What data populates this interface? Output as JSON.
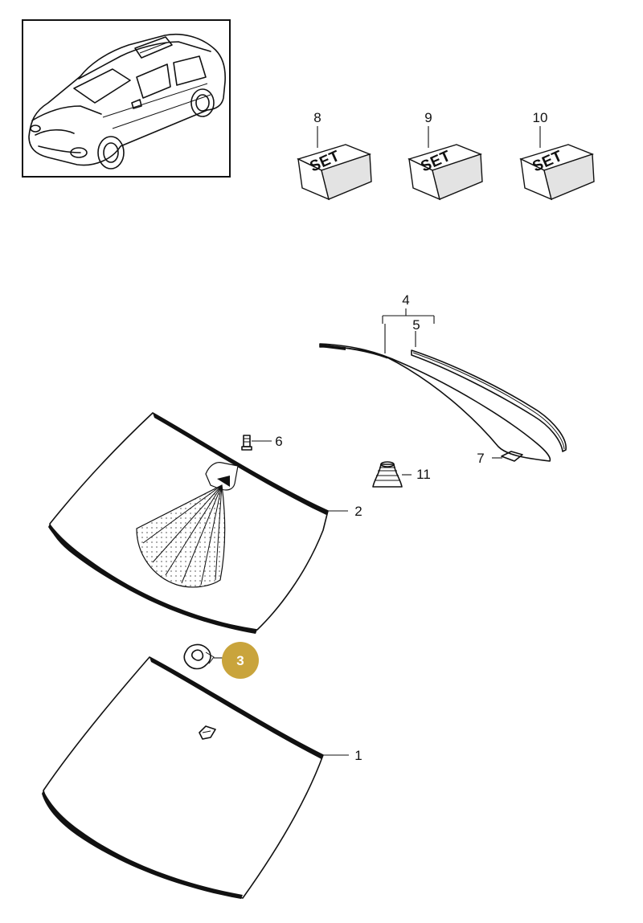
{
  "callouts": {
    "c1": "1",
    "c2": "2",
    "c3": "3",
    "c4": "4",
    "c5": "5",
    "c6": "6",
    "c7": "7",
    "c8": "8",
    "c9": "9",
    "c10": "10",
    "c11": "11"
  },
  "set_boxes": {
    "box8": "SET",
    "box9": "SET",
    "box10": "SET"
  },
  "colors": {
    "highlight": "#c9a43c",
    "line": "#111111",
    "background": "#ffffff",
    "shade_gray": "#dcdcdc"
  }
}
